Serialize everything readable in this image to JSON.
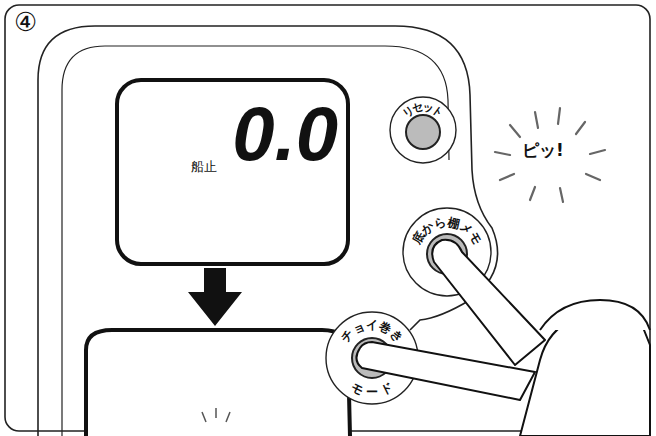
{
  "diagram": {
    "nodes": [
      {
        "text": [
          "0.0",
          "船止"
        ]
      }
    ],
    "labels": [
      "④",
      "リセット",
      "ピッ!",
      "底から棚メモ",
      "チョイ巻き",
      "モード"
    ]
  }
}
